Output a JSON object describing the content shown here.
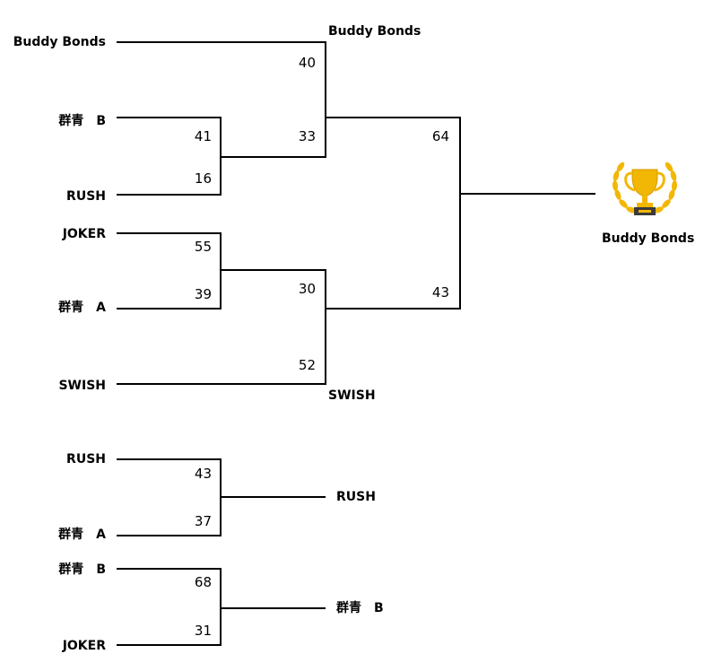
{
  "main_bracket": {
    "round1": [
      {
        "teams": [
          "群青　B",
          "RUSH"
        ],
        "scores": [
          "41",
          "16"
        ]
      },
      {
        "teams": [
          "JOKER",
          "群青　A"
        ],
        "scores": [
          "55",
          "39"
        ]
      }
    ],
    "round2": [
      {
        "teams": [
          "Buddy Bonds",
          "群青　B"
        ],
        "scores": [
          "40",
          "33"
        ],
        "top_label": "Buddy Bonds"
      },
      {
        "teams": [
          "JOKER",
          "SWISH"
        ],
        "scores": [
          "30",
          "52"
        ],
        "bottom_label": "SWISH"
      }
    ],
    "final": {
      "scores": [
        "64",
        "43"
      ]
    },
    "champion": "Buddy Bonds",
    "trophy_icon": "trophy-icon",
    "trophy_color": "#F2B705"
  },
  "consolation": [
    {
      "teams": [
        "RUSH",
        "群青　A"
      ],
      "scores": [
        "43",
        "37"
      ],
      "winner": "RUSH"
    },
    {
      "teams": [
        "群青　B",
        "JOKER"
      ],
      "scores": [
        "68",
        "31"
      ],
      "winner": "群青　B"
    }
  ]
}
